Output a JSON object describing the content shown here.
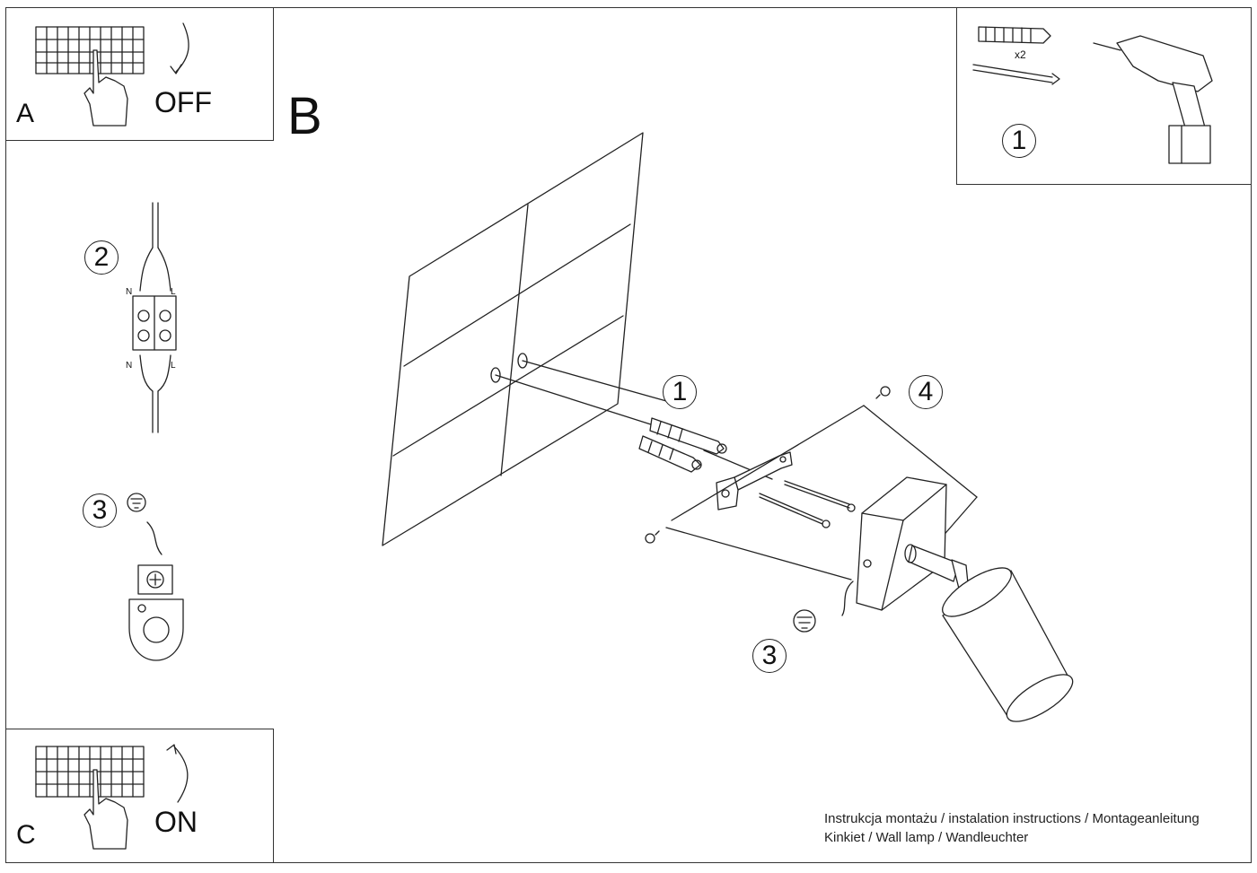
{
  "panels": {
    "a": {
      "letter": "A",
      "action": "OFF"
    },
    "b": {
      "letter": "B"
    },
    "c": {
      "letter": "C",
      "action": "ON"
    }
  },
  "steps": {
    "step1_kit": "1",
    "step2": "2",
    "step3_left": "3",
    "step1_main": "1",
    "step4": "4",
    "step3_main": "3"
  },
  "kit": {
    "quantity": "x2"
  },
  "wiring": {
    "n_top": "N",
    "l_top": "L",
    "n_bottom": "N",
    "l_bottom": "L"
  },
  "footer": {
    "line1": "Instrukcja montażu / instalation instructions / Montageanleitung",
    "line2": "Kinkiet / Wall lamp / Wandleuchter"
  }
}
